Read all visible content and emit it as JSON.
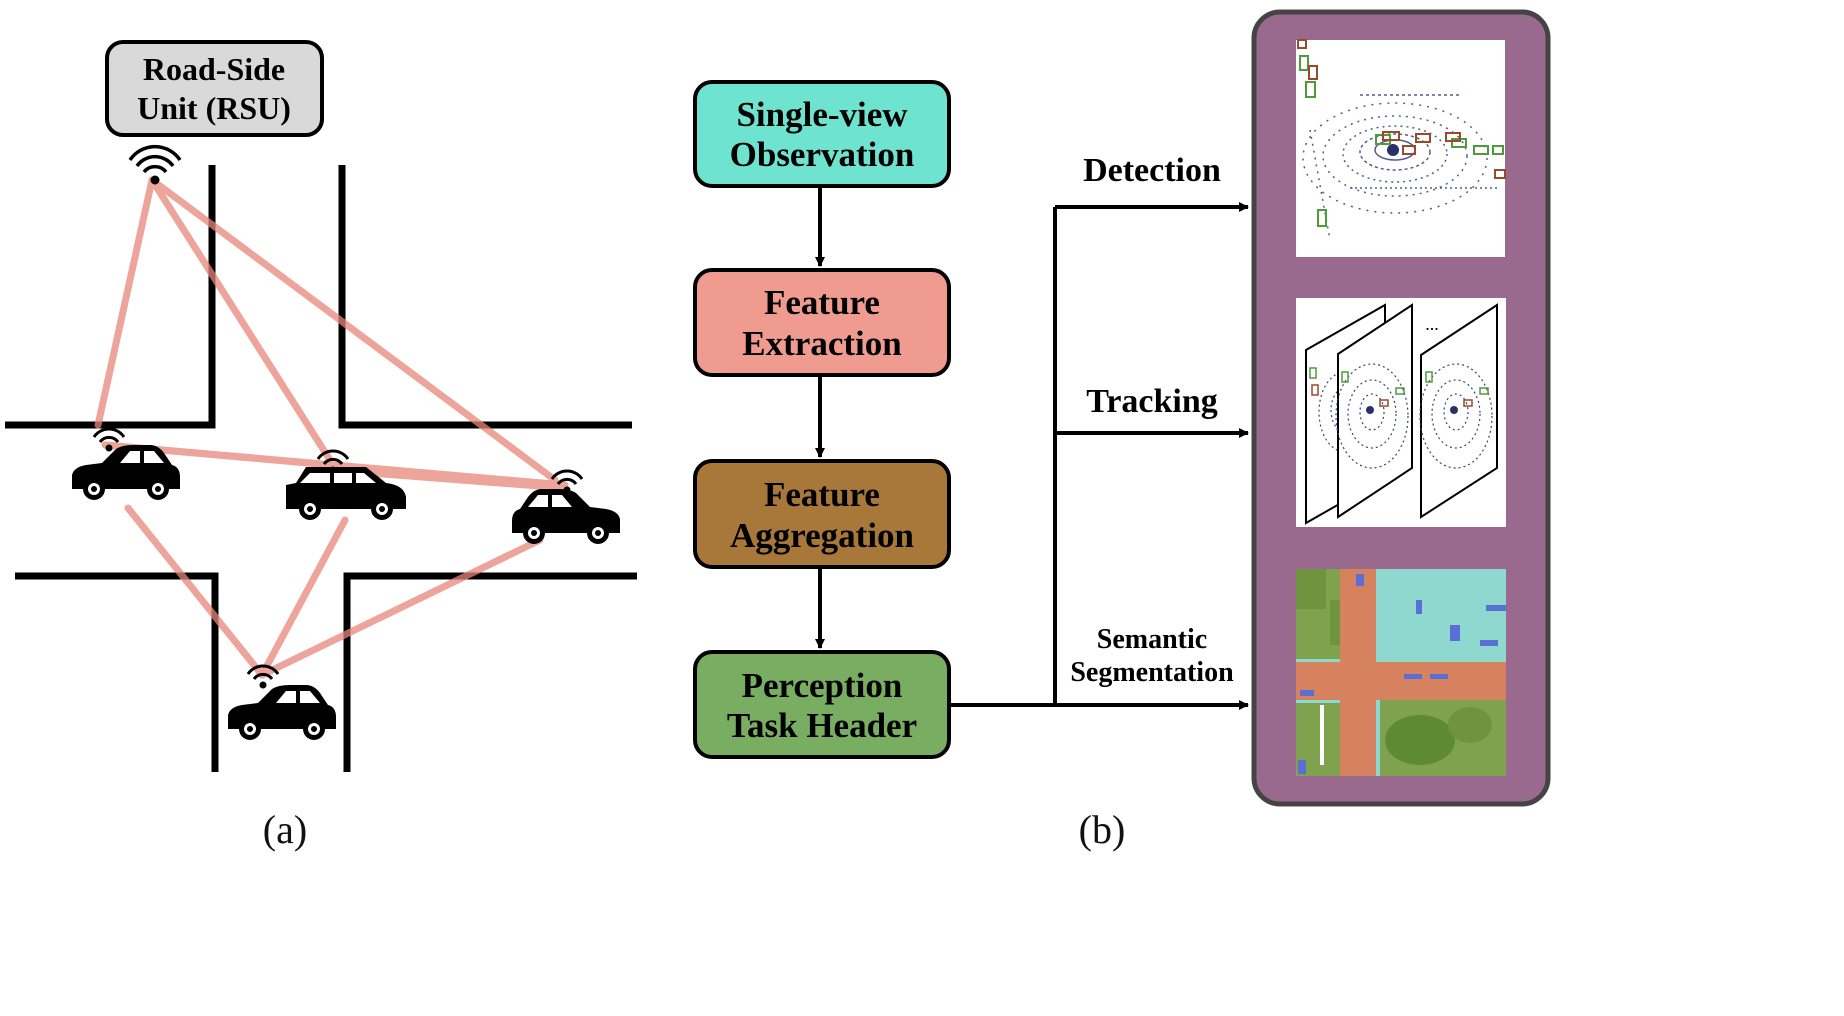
{
  "panel_a": {
    "rsu_label_line1": "Road-Side",
    "rsu_label_line2": "Unit (RSU)",
    "caption": "(a)"
  },
  "panel_b": {
    "caption": "(b)",
    "pipeline": [
      {
        "line1": "Single-view",
        "line2": "Observation",
        "color": "#6ee3d0"
      },
      {
        "line1": "Feature",
        "line2": "Extraction",
        "color": "#f09b8f"
      },
      {
        "line1": "Feature",
        "line2": "Aggregation",
        "color": "#a8783a"
      },
      {
        "line1": "Perception",
        "line2": "Task Header",
        "color": "#78ad62"
      }
    ],
    "tasks": {
      "detection": "Detection",
      "tracking": "Tracking",
      "segmentation_line1": "Semantic",
      "segmentation_line2": "Segmentation"
    },
    "tracking_ellipsis": "...",
    "output_panel_color": "#9a6a8e"
  },
  "colors": {
    "v2x_link": "#e8867a",
    "road": "#000000",
    "seg_road": "#d7825f",
    "seg_vegetation": "#7ea24e",
    "seg_sidewalk": "#8fd8d0",
    "seg_vehicle": "#5a6fd6",
    "lidar_points": "#3a3f7a"
  }
}
